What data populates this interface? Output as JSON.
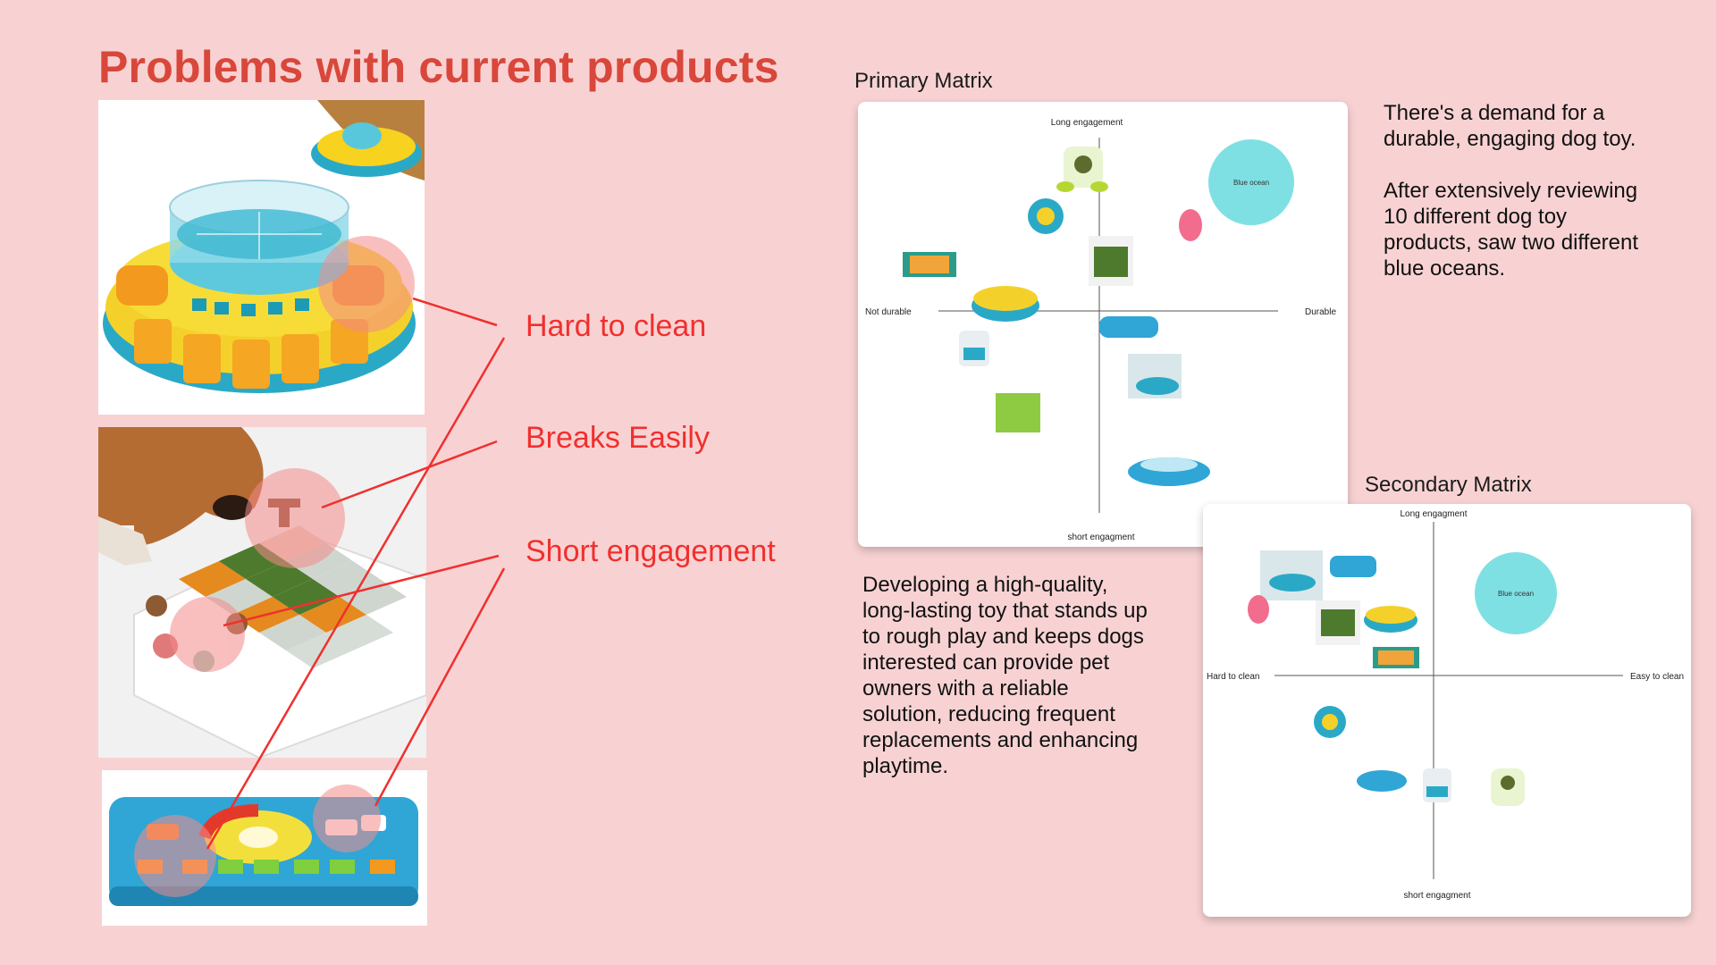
{
  "title": "Problems with current products",
  "problems": [
    {
      "label": "Hard to clean"
    },
    {
      "label": "Breaks Easily"
    },
    {
      "label": "Short engagement"
    }
  ],
  "primary_matrix": {
    "caption": "Primary Matrix",
    "top_label": "Long engagement",
    "bottom_label": "short engagment",
    "left_label": "Not  durable",
    "right_label": "Durable",
    "bubble_label": "Blue ocean"
  },
  "secondary_matrix": {
    "caption": "Secondary Matrix",
    "top_label": "Long engagment",
    "bottom_label": "short engagment",
    "left_label": "Hard to clean",
    "right_label": "Easy to clean",
    "bubble_label": "Blue ocean"
  },
  "insight_text": "There's a demand for a\ndurable, engaging dog toy.\n\nAfter extensively reviewing\n10 different dog toy\nproducts, saw two different\nblue oceans.",
  "conclusion_text": "Developing a high-quality,\nlong-lasting toy that stands up\nto rough play and keeps dogs\ninterested can provide pet\nowners with a reliable\nsolution, reducing frequent\nreplacements and enhancing\nplaytime.",
  "colors": {
    "background": "#f8d2d3",
    "title": "#d9473b",
    "problem_red": "#f0302e",
    "highlight_circle": "#f48a8a",
    "bubble": "#7fe0e3"
  }
}
